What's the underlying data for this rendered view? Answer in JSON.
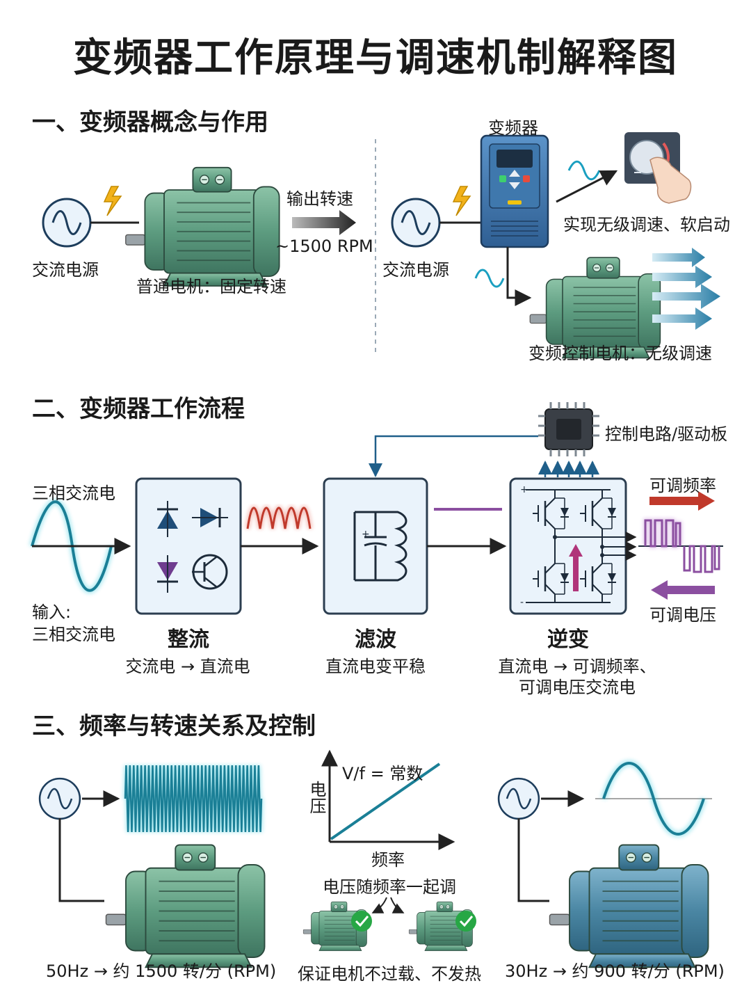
{
  "title": "变频器工作原理与调速机制解释图",
  "section1": {
    "heading": "一、变频器概念与作用",
    "left": {
      "source_label": "交流电源",
      "output_label": "输出转速",
      "rpm_label": "~1500 RPM",
      "motor_caption": "普通电机：固定转速"
    },
    "right": {
      "vfd_label": "变频器",
      "source_label": "交流电源",
      "knob_caption": "实现无级调速、软启动",
      "motor_caption": "变频控制电机：无级调速"
    }
  },
  "section2": {
    "heading": "二、变频器工作流程",
    "input_top": "三相交流电",
    "input_bottom_1": "输入:",
    "input_bottom_2": "三相交流电",
    "control_label": "控制电路/驱动板",
    "rectify": {
      "title": "整流",
      "desc": "交流电 → 直流电"
    },
    "filter": {
      "title": "滤波",
      "desc": "直流电变平稳"
    },
    "invert": {
      "title": "逆变",
      "desc_1": "直流电 → 可调频率、",
      "desc_2": "可调电压交流电"
    },
    "freq_label": "可调频率",
    "volt_label": "可调电压"
  },
  "section3": {
    "heading": "三、频率与转速关系及控制",
    "left_caption": "50Hz → 约 1500 转/分 (RPM)",
    "right_caption": "30Hz → 约 900 转/分 (RPM)",
    "graph": {
      "formula": "V/f = 常数",
      "ylabel": "电压",
      "xlabel": "频率"
    },
    "note": "电压随频率一起调",
    "protect_caption": "保证电机不过载、不发热"
  },
  "colors": {
    "motor_green": "#5d9c80",
    "motor_blue": "#4a86a3",
    "wave_teal": "#1a7f96",
    "purple": "#8b4fa0",
    "red": "#c0392b",
    "box_fill": "#eaf3fb",
    "box_stroke": "#2c3e50"
  }
}
